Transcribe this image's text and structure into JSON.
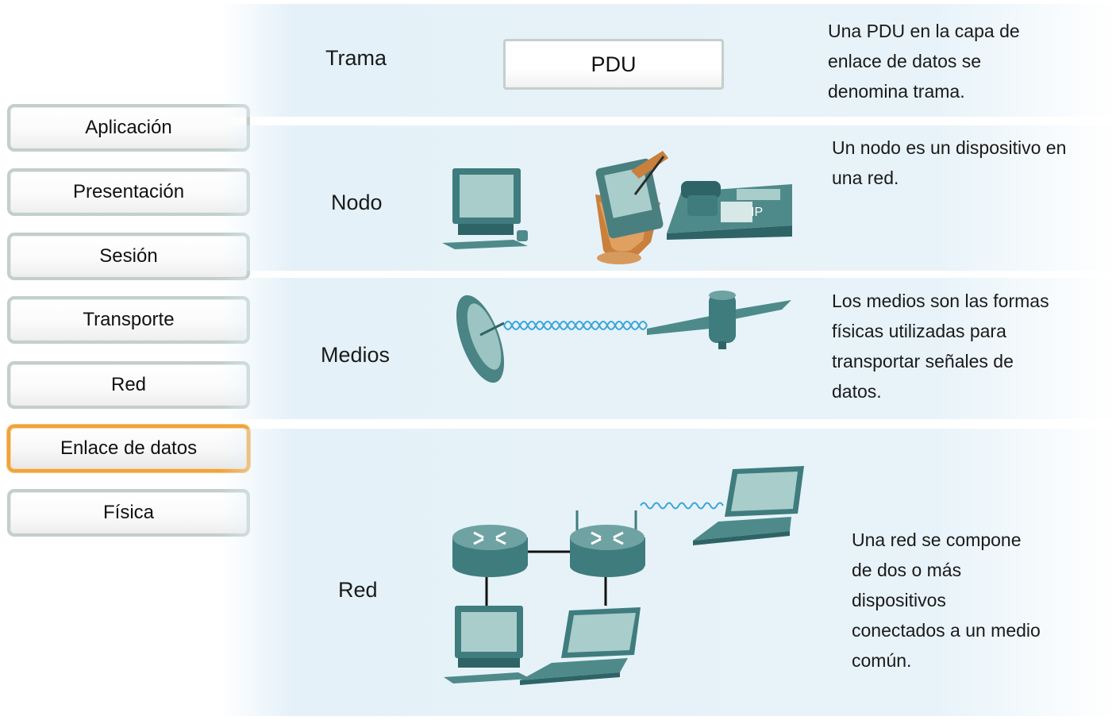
{
  "layers": [
    {
      "label": "Aplicación",
      "active": false
    },
    {
      "label": "Presentación",
      "active": false
    },
    {
      "label": "Sesión",
      "active": false
    },
    {
      "label": "Transporte",
      "active": false
    },
    {
      "label": "Red",
      "active": false
    },
    {
      "label": "Enlace de datos",
      "active": true
    },
    {
      "label": "Física",
      "active": false
    }
  ],
  "rows": {
    "trama": {
      "label": "Trama",
      "box_label": "PDU",
      "desc_lines": [
        "Una PDU en la capa de",
        "enlace de datos se",
        "denomina trama."
      ]
    },
    "nodo": {
      "label": "Nodo",
      "phone_badge": "IP",
      "desc_lines": [
        "Un nodo es un dispositivo en",
        "una red."
      ]
    },
    "medios": {
      "label": "Medios",
      "desc_lines": [
        "Los medios son las formas",
        "físicas utilizadas para",
        "transportar señales de",
        "datos."
      ]
    },
    "red": {
      "label": "Red",
      "desc_lines": [
        "Una red se compone",
        "de dos o más",
        "dispositivos",
        "conectados a un medio",
        "común."
      ]
    }
  },
  "colors": {
    "device_teal": "#3f7c7e",
    "device_light": "#a9cdcb",
    "active_border": "#f0a43a",
    "band_bg": "#e6f2f8"
  }
}
